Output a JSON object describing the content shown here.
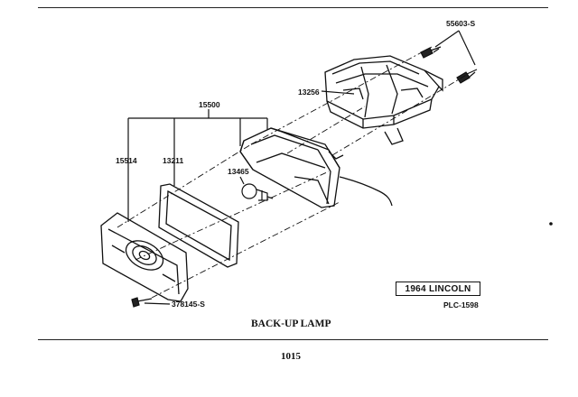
{
  "labels": {
    "bolt_upper": "55603-S",
    "housing": "13256",
    "assembly": "15500",
    "lens": "15514",
    "gasket": "13211",
    "bulb": "13465",
    "screw_lower": "378145-S"
  },
  "model": "1964 LINCOLN",
  "plate_code": "PLC-1598",
  "title": "BACK-UP LAMP",
  "page_number": "1015"
}
